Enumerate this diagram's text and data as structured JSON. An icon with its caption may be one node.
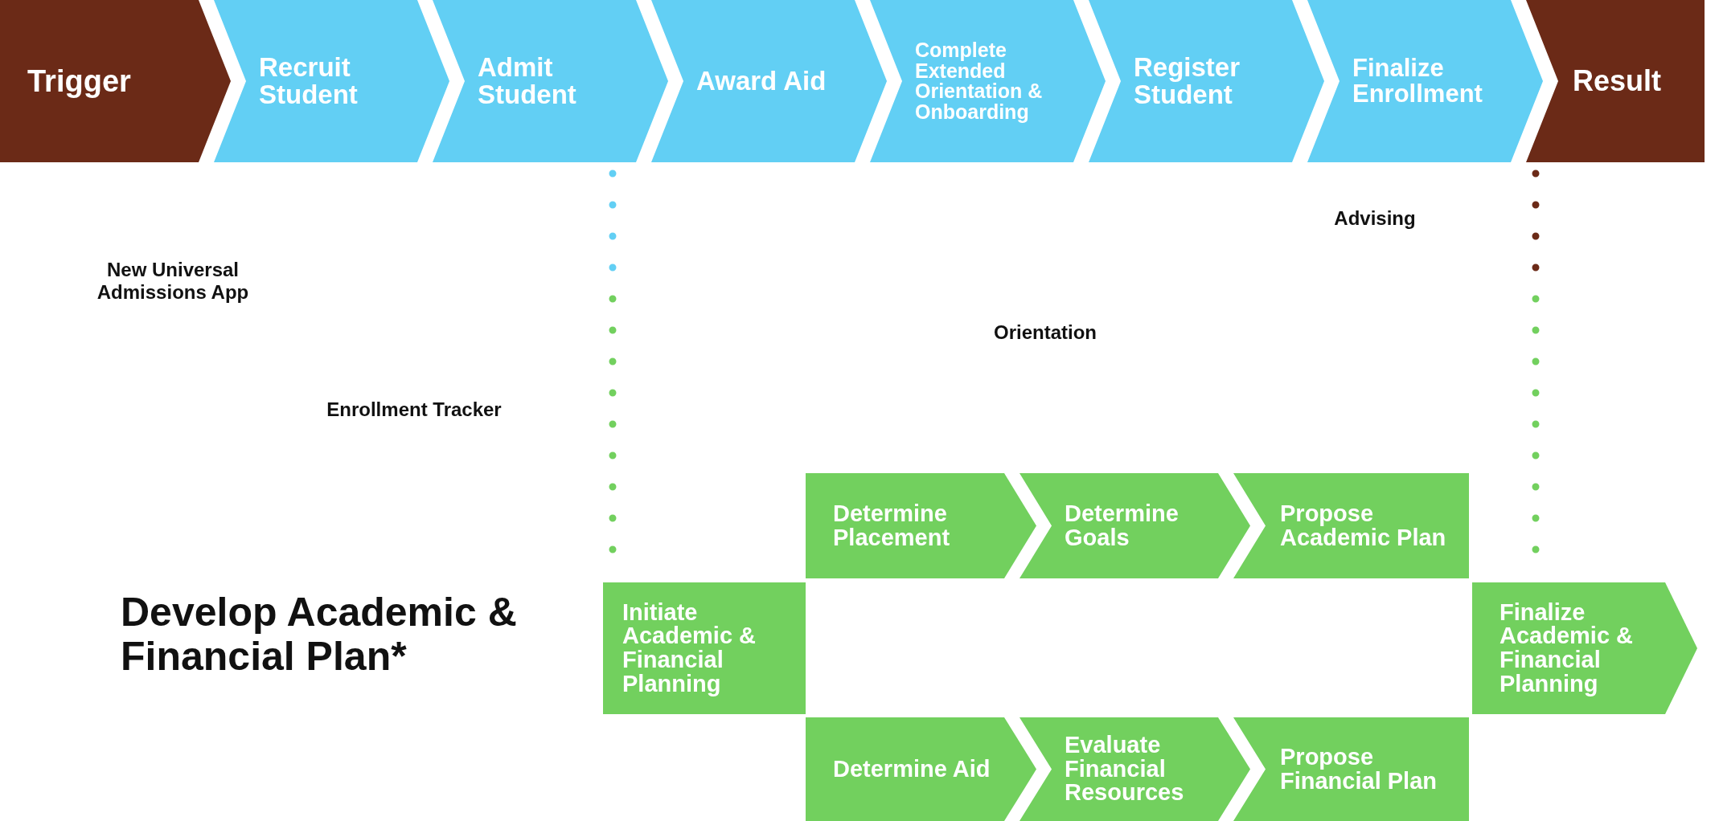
{
  "diagram": {
    "title": "Develop Academic & Financial Plan*",
    "nodes": [
      {
        "text": [
          "Trigger"
        ]
      },
      {
        "text": [
          "Recruit Student"
        ]
      },
      {
        "text": [
          "Admit Student"
        ]
      },
      {
        "text": [
          "Award Aid"
        ]
      },
      {
        "text": [
          "Complete Extended Orientation & Onboarding"
        ]
      },
      {
        "text": [
          "Register Student"
        ]
      },
      {
        "text": [
          "Finalize Enrollment"
        ]
      },
      {
        "text": [
          "Result"
        ]
      },
      {
        "text": [
          "Initiate Academic & Financial Planning"
        ]
      },
      {
        "text": [
          "Determine Placement"
        ]
      },
      {
        "text": [
          "Determine Goals"
        ]
      },
      {
        "text": [
          "Propose Academic Plan"
        ]
      },
      {
        "text": [
          "Determine Aid"
        ]
      },
      {
        "text": [
          "Evaluate Financial Resources"
        ]
      },
      {
        "text": [
          "Propose Financial Plan"
        ]
      },
      {
        "text": [
          "Finalize Academic & Financial Planning"
        ]
      }
    ],
    "edges": [
      {
        "from": 2,
        "to": 8,
        "arrow": "none",
        "style": "dashed"
      },
      {
        "from": 7,
        "to": 15,
        "arrow": "none",
        "style": "dashed"
      }
    ],
    "labels": [
      "Advising",
      "New Universal Admissions App",
      "Orientation",
      "Enrollment Tracker"
    ]
  }
}
